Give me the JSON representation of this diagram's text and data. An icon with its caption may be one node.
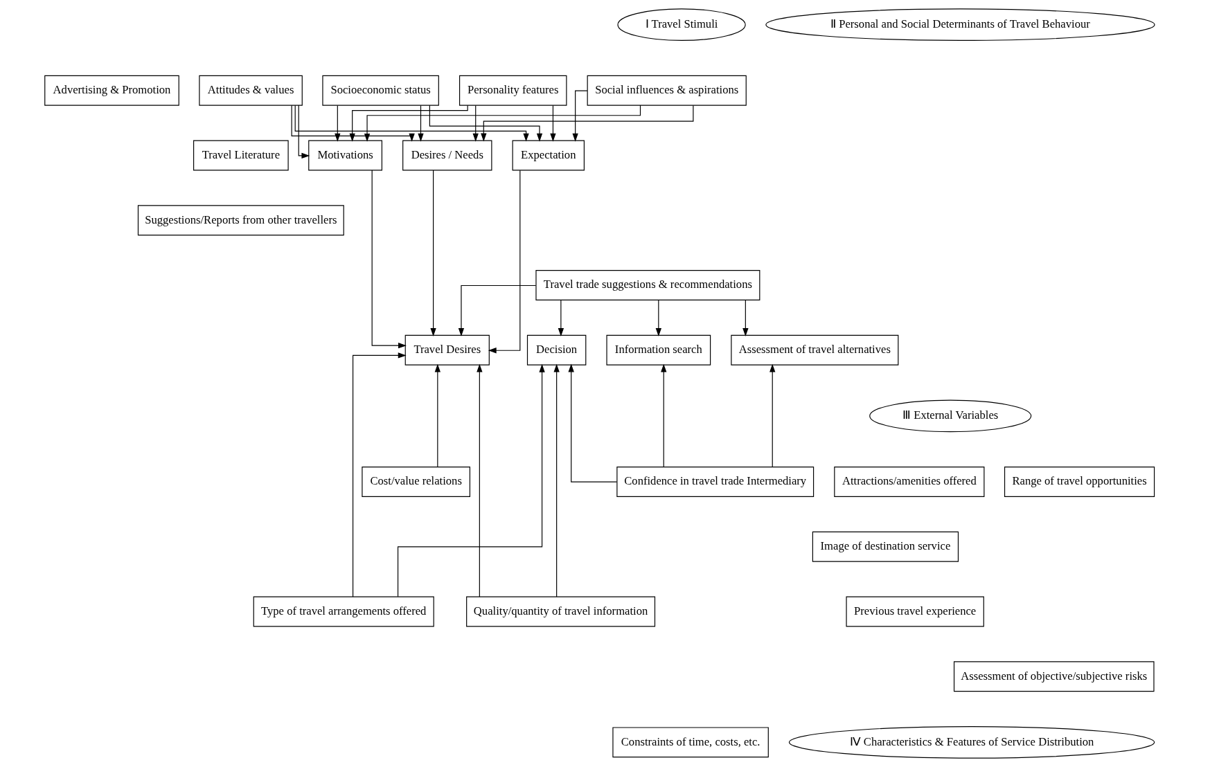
{
  "diagram": {
    "nodes": [
      {
        "text": [
          "Ⅰ Travel Stimuli"
        ]
      },
      {
        "text": [
          "Advertising & Promotion"
        ]
      },
      {
        "text": [
          "Travel Literature"
        ]
      },
      {
        "text": [
          "Suggestions/Reports from other travellers"
        ]
      },
      {
        "text": [
          "Travel trade suggestions & recommendations"
        ]
      },
      {
        "text": [
          "Ⅱ Personal and Social Determinants of Travel Behaviour"
        ]
      },
      {
        "text": [
          "Socioeconomic status"
        ]
      },
      {
        "text": [
          "Personality features"
        ]
      },
      {
        "text": [
          "Social influences & aspirations"
        ]
      },
      {
        "text": [
          "Attitudes & values"
        ]
      },
      {
        "text": [
          "Motivations"
        ]
      },
      {
        "text": [
          "Desires / Needs"
        ]
      },
      {
        "text": [
          "Expectation"
        ]
      },
      {
        "text": [
          "Travel Desires"
        ]
      },
      {
        "text": [
          "Information search"
        ]
      },
      {
        "text": [
          "Assessment of travel alternatives"
        ]
      },
      {
        "text": [
          "Decision"
        ]
      },
      {
        "text": [
          "Ⅲ External Variables"
        ]
      },
      {
        "text": [
          "Confidence in travel trade Intermediary"
        ]
      },
      {
        "text": [
          "Image of destination service"
        ]
      },
      {
        "text": [
          "Previous travel experience"
        ]
      },
      {
        "text": [
          "Assessment of objective/subjective risks"
        ]
      },
      {
        "text": [
          "Constraints of time, costs, etc."
        ]
      },
      {
        "text": [
          "Cost/value relations"
        ]
      },
      {
        "text": [
          "Attractions/amenities offered"
        ]
      },
      {
        "text": [
          "Range of travel opportunities"
        ]
      },
      {
        "text": [
          "Quality/quantity of travel information"
        ]
      },
      {
        "text": [
          "Type of travel arrangements offered"
        ]
      },
      {
        "text": [
          "Ⅳ Characteristics & Features of Service Distribution"
        ]
      }
    ],
    "edges": [
      {
        "from": 6,
        "to": 10,
        "arrow": "to"
      },
      {
        "from": 6,
        "to": 11,
        "arrow": "to"
      },
      {
        "from": 6,
        "to": 12,
        "arrow": "to"
      },
      {
        "from": 7,
        "to": 10,
        "arrow": "to"
      },
      {
        "from": 7,
        "to": 11,
        "arrow": "to"
      },
      {
        "from": 7,
        "to": 12,
        "arrow": "to"
      },
      {
        "from": 8,
        "to": 10,
        "arrow": "to"
      },
      {
        "from": 8,
        "to": 11,
        "arrow": "to"
      },
      {
        "from": 8,
        "to": 12,
        "arrow": "to"
      },
      {
        "from": 9,
        "to": 10,
        "arrow": "to"
      },
      {
        "from": 9,
        "to": 11,
        "arrow": "to"
      },
      {
        "from": 9,
        "to": 12,
        "arrow": "to"
      },
      {
        "from": 10,
        "to": 13,
        "arrow": "to"
      },
      {
        "from": 11,
        "to": 13,
        "arrow": "to"
      },
      {
        "from": 12,
        "to": 13,
        "arrow": "to"
      },
      {
        "from": 4,
        "to": 13,
        "arrow": "to"
      },
      {
        "from": 4,
        "to": 14,
        "arrow": "to"
      },
      {
        "from": 4,
        "to": 15,
        "arrow": "to"
      },
      {
        "from": 4,
        "to": 16,
        "arrow": "to"
      },
      {
        "from": 18,
        "to": 14,
        "arrow": "to"
      },
      {
        "from": 18,
        "to": 15,
        "arrow": "to"
      },
      {
        "from": 18,
        "to": 16,
        "arrow": "to"
      },
      {
        "from": 23,
        "to": 13,
        "arrow": "to"
      },
      {
        "from": 26,
        "to": 13,
        "arrow": "to"
      },
      {
        "from": 26,
        "to": 16,
        "arrow": "to"
      },
      {
        "from": 27,
        "to": 13,
        "arrow": "to"
      },
      {
        "from": 27,
        "to": 16,
        "arrow": "to"
      }
    ]
  }
}
